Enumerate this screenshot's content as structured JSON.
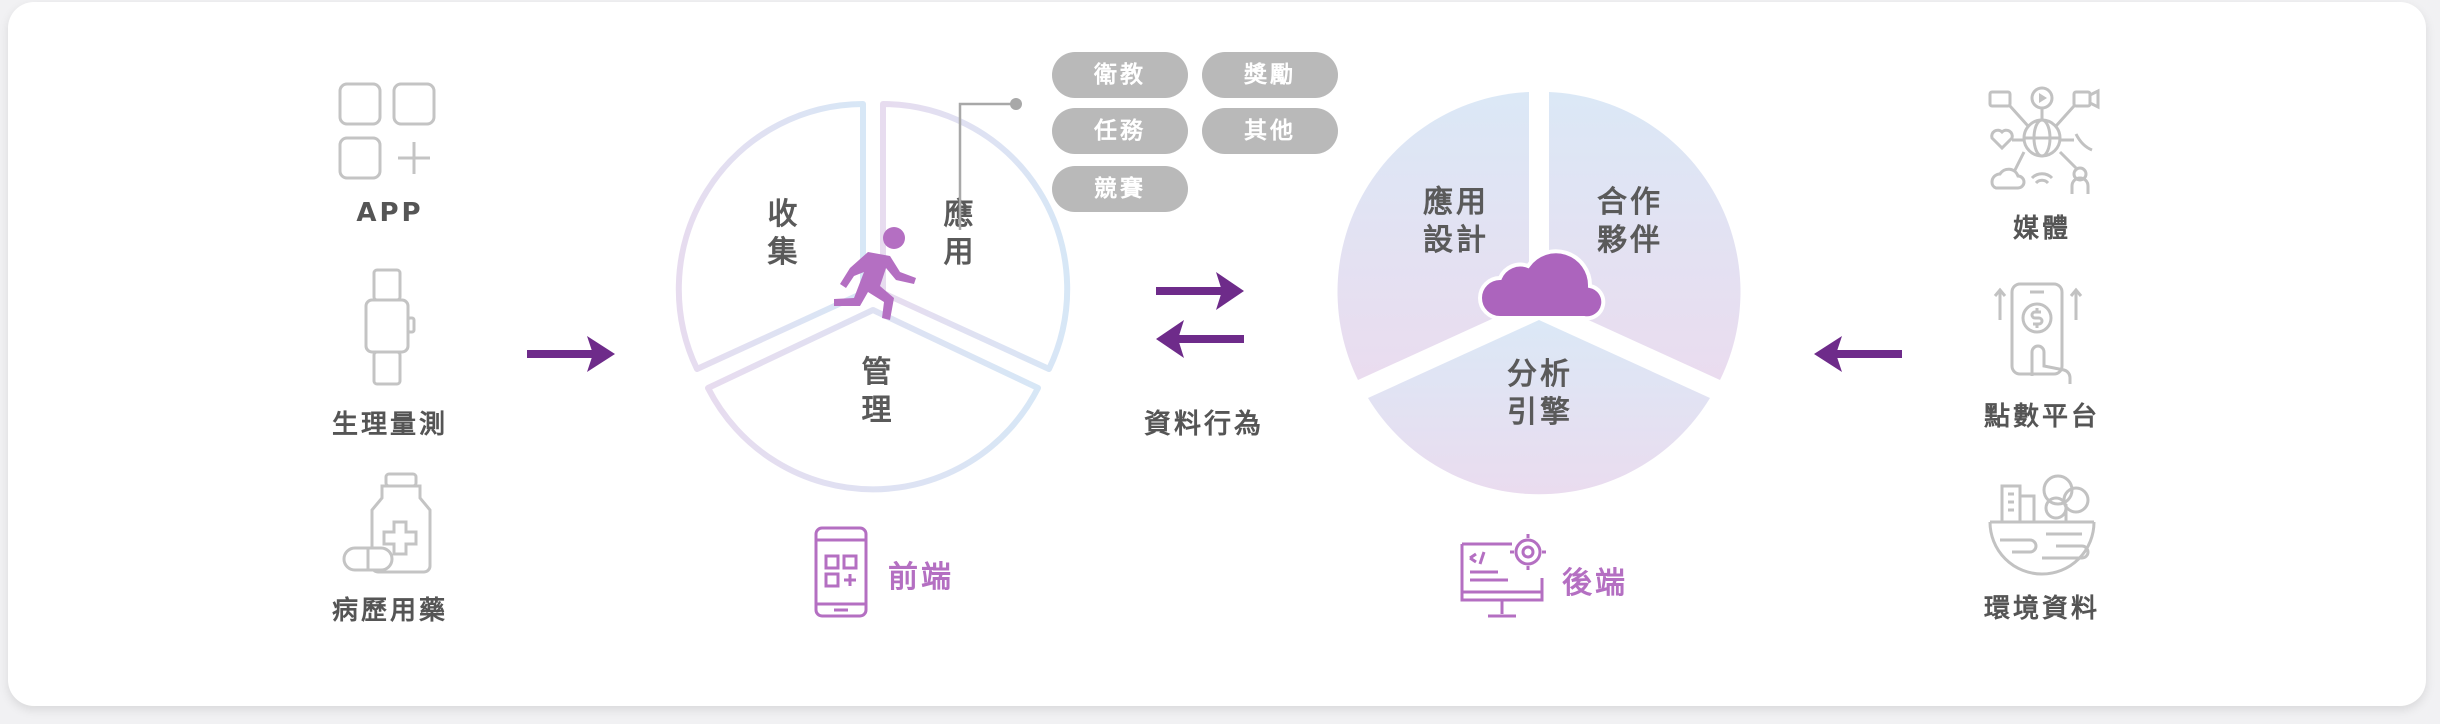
{
  "left_sources": {
    "app_label": "APP",
    "wearable_label": "生理量測",
    "medical_label": "病歷用藥"
  },
  "frontend": {
    "segments": {
      "collect": "收\n集",
      "apply": "應\n用",
      "manage": "管\n理"
    },
    "tags": [
      "衛教",
      "獎勵",
      "任務",
      "其他",
      "競賽"
    ],
    "label": "前端"
  },
  "exchange": {
    "label": "資料行為"
  },
  "backend": {
    "segments": {
      "design": "應用\n設計",
      "partners": "合作\n夥伴",
      "engine": "分析\n引擎"
    },
    "label": "後端"
  },
  "right_sources": {
    "media_label": "媒體",
    "points_label": "點數平台",
    "env_label": "環境資料"
  },
  "colors": {
    "accent_purple": "#6e2b8a",
    "label_purple": "#b46fc2",
    "icon_gray": "#c2c2c2",
    "tag_gray": "#b9b9b9"
  }
}
